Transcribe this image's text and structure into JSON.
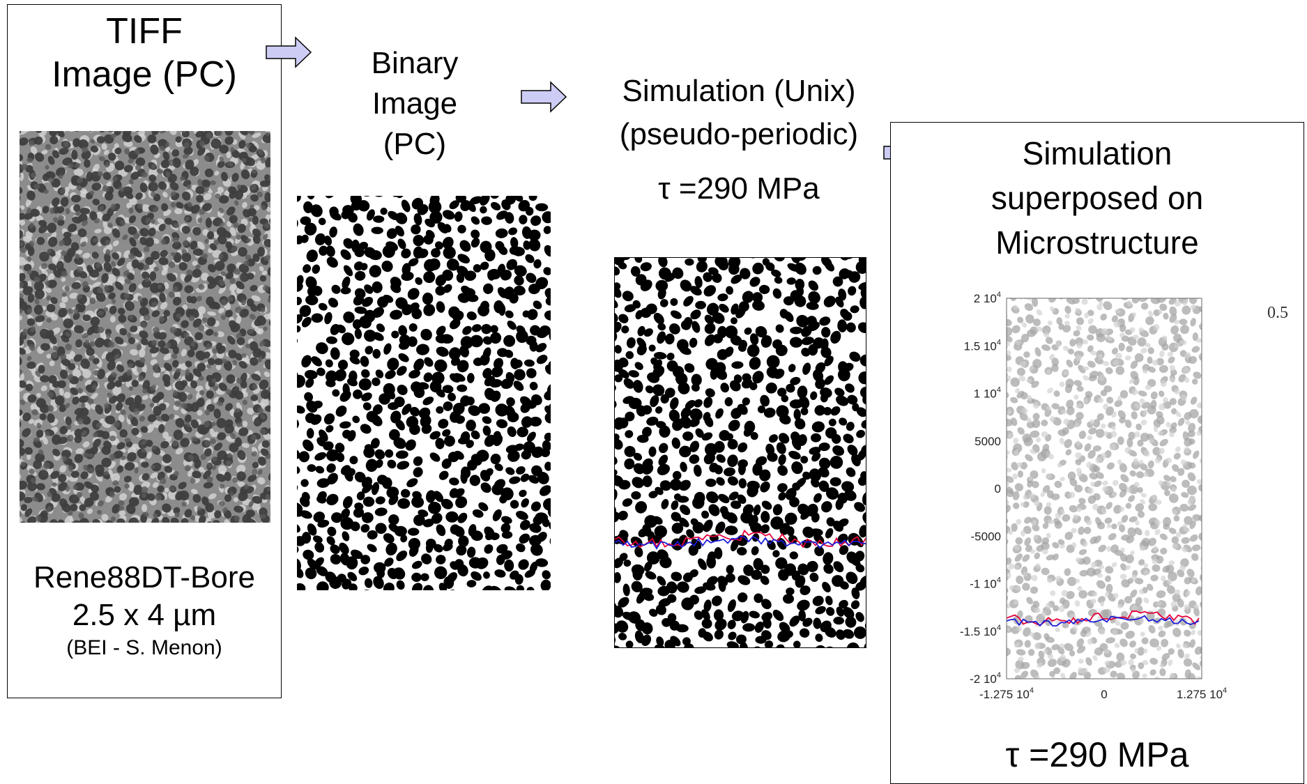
{
  "steps": [
    {
      "id": "tiff",
      "lines": [
        "TIFF",
        "Image (PC)"
      ]
    },
    {
      "id": "binary",
      "lines": [
        "Binary",
        "Image",
        "(PC)"
      ]
    },
    {
      "id": "simulation",
      "lines": [
        "Simulation (Unix)",
        "(pseudo-periodic)"
      ],
      "tau": "τ =290 MPa"
    },
    {
      "id": "superposed",
      "lines": [
        "Simulation",
        "superposed on",
        "Microstructure"
      ],
      "tau": "τ =290 MPa"
    }
  ],
  "tiff_caption": {
    "line1": "Rene88DT-Bore",
    "line2": "2.5 x 4  µm",
    "line3": "(BEI - S. Menon)"
  },
  "plot": {
    "y_ticks": [
      {
        "label": "2 10",
        "exp": "4"
      },
      {
        "label": "1.5 10",
        "exp": "4"
      },
      {
        "label": "1 10",
        "exp": "4"
      },
      {
        "label": "5000",
        "exp": ""
      },
      {
        "label": "0",
        "exp": ""
      },
      {
        "label": "-5000",
        "exp": ""
      },
      {
        "label": "-1 10",
        "exp": "4"
      },
      {
        "label": "-1.5 10",
        "exp": "4"
      },
      {
        "label": "-2 10",
        "exp": "4"
      }
    ],
    "x_ticks": [
      {
        "label": "-1.275 10",
        "exp": "4"
      },
      {
        "label": "0",
        "exp": ""
      },
      {
        "label": "1.275 10",
        "exp": "4"
      }
    ],
    "corner_label": "0.5"
  },
  "colors": {
    "arrow_fill": "#ccccf5",
    "line_red": "#e8003a",
    "line_blue": "#1a1ad8"
  }
}
